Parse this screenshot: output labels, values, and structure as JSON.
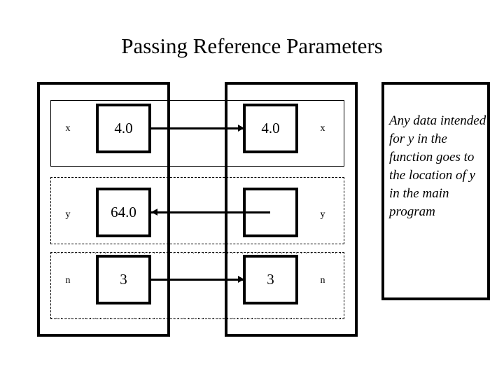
{
  "slide": {
    "title": "Passing Reference Parameters",
    "background_color": "#ffffff",
    "ink_color": "#000000"
  },
  "main_program": {
    "name": "main-program-box",
    "rows": [
      {
        "variable": "x",
        "value": "4.0",
        "border_style": "solid"
      },
      {
        "variable": "y",
        "value": "64.0",
        "border_style": "dashed"
      },
      {
        "variable": "n",
        "value": "3",
        "border_style": "dash-dot"
      }
    ]
  },
  "function": {
    "name": "function-box",
    "rows": [
      {
        "variable": "x",
        "value": "4.0",
        "border_style": "solid"
      },
      {
        "variable": "y",
        "value": "",
        "border_style": "dashed"
      },
      {
        "variable": "n",
        "value": "3",
        "border_style": "dash-dot"
      }
    ]
  },
  "connectors": [
    {
      "id": "conn-x",
      "direction": "right",
      "from": "main-x",
      "to": "function-x"
    },
    {
      "id": "conn-y",
      "direction": "left",
      "from": "function-y",
      "to": "main-y"
    },
    {
      "id": "conn-n",
      "direction": "right",
      "from": "main-n",
      "to": "function-n"
    }
  ],
  "annotation": {
    "text": "Any data intended for y in the function goes to the location of y in the main program"
  }
}
